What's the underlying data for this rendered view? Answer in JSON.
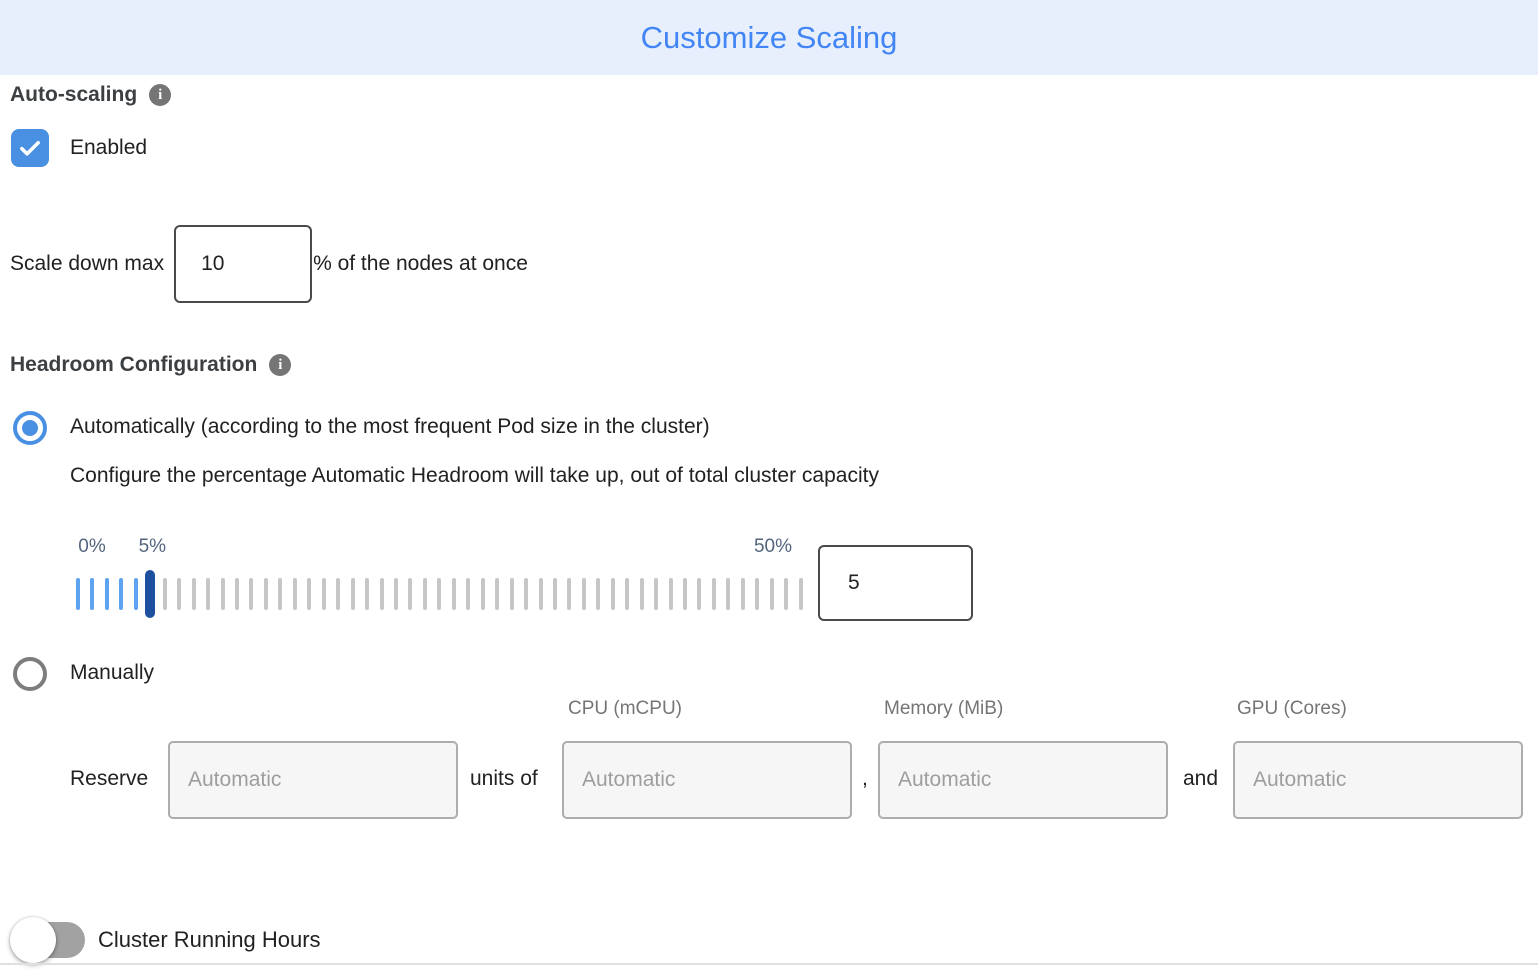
{
  "header": {
    "title": "Customize Scaling",
    "accent_color": "#4285f4",
    "bg_color": "#e7effd"
  },
  "auto_scaling": {
    "label": "Auto-scaling",
    "enabled_checkbox": {
      "label": "Enabled",
      "checked": true
    },
    "scale_down": {
      "prefix": "Scale down max",
      "value": "10",
      "suffix": "% of the nodes at once"
    }
  },
  "headroom": {
    "label": "Headroom Configuration",
    "options": [
      {
        "label": "Automatically (according to the most frequent Pod size in the cluster)",
        "selected": true
      },
      {
        "label": "Manually",
        "selected": false
      }
    ],
    "description": "Configure the percentage Automatic Headroom will take up, out of total cluster capacity",
    "slider": {
      "min": 0,
      "max": 50,
      "value": 5,
      "min_label": "0%",
      "value_label": "5%",
      "max_label": "50%",
      "input_value": "5",
      "active_color": "#5ea3f2",
      "inactive_color": "#c6c6c6",
      "handle_color": "#1d519f"
    }
  },
  "manual": {
    "columns": [
      "CPU (mCPU)",
      "Memory (MiB)",
      "GPU (Cores)"
    ],
    "reserve_label": "Reserve",
    "units_of_label": "units of",
    "comma_label": ",",
    "and_label": "and",
    "placeholder": "Automatic"
  },
  "footer": {
    "toggle_label": "Cluster Running Hours",
    "toggle_on": false
  }
}
